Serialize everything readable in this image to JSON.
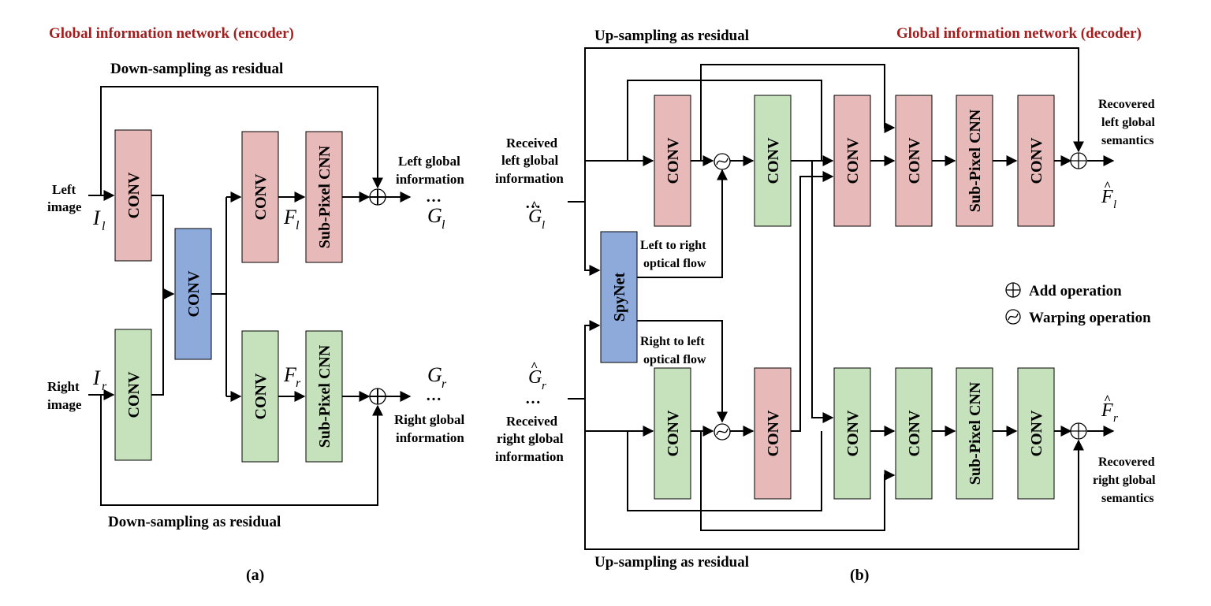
{
  "panel_a": {
    "title": "Global information network (encoder)",
    "top_residual": "Down-sampling as residual",
    "bottom_residual": "Down-sampling as residual",
    "left_image": [
      "Left",
      "image"
    ],
    "right_image": [
      "Right",
      "image"
    ],
    "sym_il": "I",
    "sym_il_sub": "l",
    "sym_ir": "I",
    "sym_ir_sub": "r",
    "sym_fl": "F",
    "sym_fl_sub": "l",
    "sym_fr": "F",
    "sym_fr_sub": "r",
    "sym_gl": "G",
    "sym_gl_sub": "l",
    "sym_gr": "G",
    "sym_gr_sub": "r",
    "left_out": [
      "Left global",
      "information"
    ],
    "right_out": [
      "Right global",
      "information"
    ],
    "dots": "…",
    "conv": "CONV",
    "subpixel": "Sub-Pixel CNN",
    "caption": "(a)"
  },
  "panel_b": {
    "title": "Global information network (decoder)",
    "top_residual": "Up-sampling as residual",
    "bottom_residual": "Up-sampling as residual",
    "recv_left": [
      "Received",
      "left global",
      "information"
    ],
    "recv_right": [
      "Received",
      "right global",
      "information"
    ],
    "sym_gl": "G",
    "sym_gl_sub": "l",
    "sym_gr": "G",
    "sym_gr_sub": "r",
    "sym_fl": "F",
    "sym_fl_sub": "l",
    "sym_fr": "F",
    "sym_fr_sub": "r",
    "dots": "…",
    "spynet": "SpyNet",
    "flow_lr": [
      "Left to right",
      "optical flow"
    ],
    "flow_rl": [
      "Right to left",
      "optical flow"
    ],
    "recovered_left": [
      "Recovered",
      "left global",
      "semantics"
    ],
    "recovered_right": [
      "Recovered",
      "right global",
      "semantics"
    ],
    "conv": "CONV",
    "subpixel": "Sub-Pixel CNN",
    "caption": "(b)"
  },
  "legend": {
    "add": "Add operation",
    "warp": "Warping operation"
  },
  "colors": {
    "left_branch": "#e8b9b9",
    "right_branch": "#c6e2bd",
    "shared": "#8eaadb",
    "title": "#a31f1f"
  }
}
